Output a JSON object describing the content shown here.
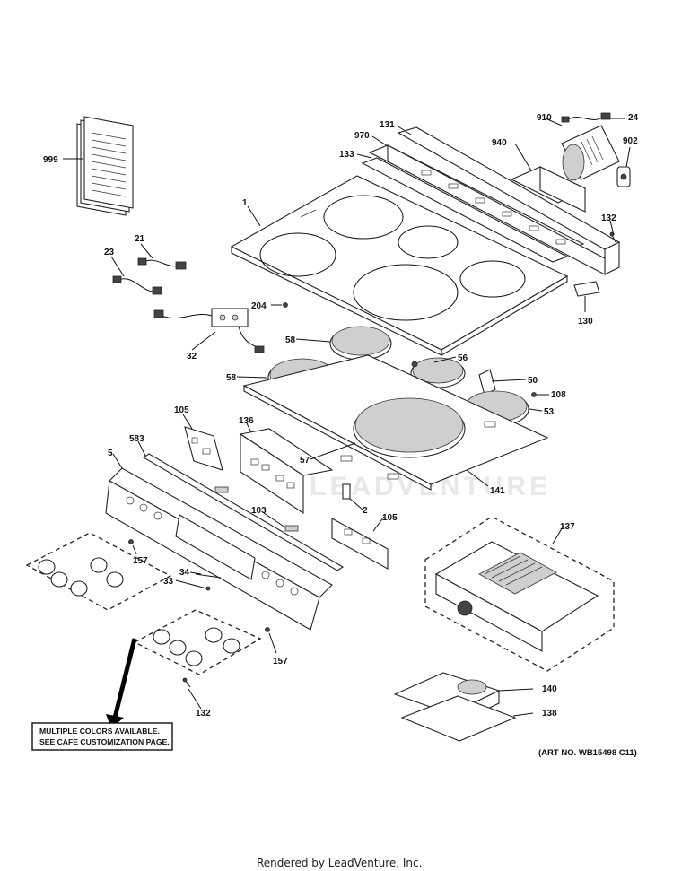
{
  "diagram": {
    "callouts": {
      "c999": "999",
      "c970": "970",
      "c131": "131",
      "c133": "133",
      "c910": "910",
      "c24": "24",
      "c940": "940",
      "c902": "902",
      "c1": "1",
      "c132a": "132",
      "c21": "21",
      "c23": "23",
      "c204": "204",
      "c130": "130",
      "c32": "32",
      "c58a": "58",
      "c56": "56",
      "c58b": "58",
      "c50": "50",
      "c108": "108",
      "c53": "53",
      "c105a": "105",
      "c136": "136",
      "c57": "57",
      "c583": "583",
      "c5": "5",
      "c141": "141",
      "c2": "2",
      "c103": "103",
      "c105b": "105",
      "c137": "137",
      "c157a": "157",
      "c34": "34",
      "c33": "33",
      "c157b": "157",
      "c140": "140",
      "c138": "138",
      "c132b": "132"
    },
    "note": {
      "line1": "MULTIPLE COLORS AVAILABLE.",
      "line2": "SEE CAFE CUSTOMIZATION PAGE."
    },
    "art_number": "(ART NO. WB15498 C11)",
    "watermark": "LEADVENTURE"
  },
  "footer": {
    "credit": "Rendered by LeadVenture, Inc."
  }
}
